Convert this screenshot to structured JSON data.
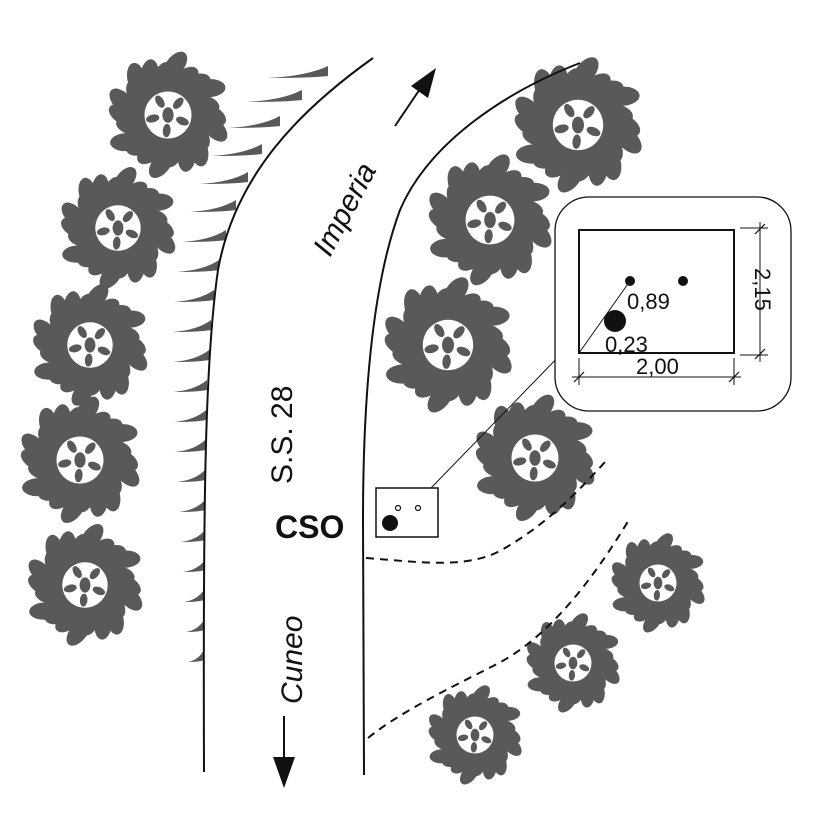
{
  "road": {
    "name": "S.S. 28",
    "direction_north": "Imperia",
    "direction_south": "Cuneo"
  },
  "site": {
    "label": "CSO"
  },
  "detail": {
    "dim_width": "2,00",
    "dim_height": "2,15",
    "dim_spacing": "0,89",
    "dim_diameter": "0,23"
  },
  "colors": {
    "tree": "#595959",
    "line": "#111111",
    "background": "#ffffff"
  },
  "icons": {
    "tree": "tree-canopy-icon",
    "embankment": "embankment-tick-icon",
    "arrow": "direction-arrow-icon"
  }
}
